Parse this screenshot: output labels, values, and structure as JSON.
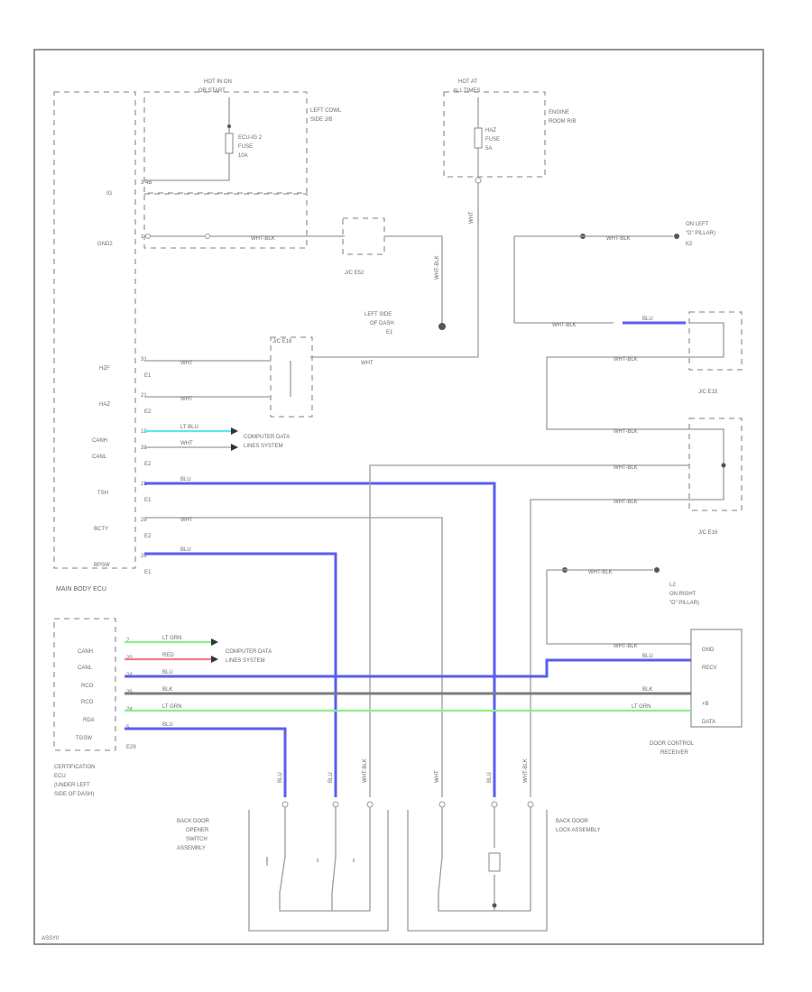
{
  "diagram_id": "ASSY0",
  "fuse_box_1": {
    "hot_label": "HOT IN ON",
    "hot_sub": "OR START",
    "box_label_1": "LEFT COWL",
    "box_label_2": "SIDE J/B",
    "fuse_name_1": "ECU-IG 2",
    "fuse_name_2": "FUSE",
    "fuse_rating": "10A"
  },
  "fuse_box_2": {
    "hot_label": "HOT AT",
    "hot_sub": "ALL TIMES",
    "box_label_1": "ENGINE",
    "box_label_2": "ROOM R/B",
    "fuse_name_1": "HAZ",
    "fuse_name_2": "FUSE",
    "fuse_rating": "5A"
  },
  "main_body_ecu": {
    "label": "MAIN BODY ECU",
    "pins": [
      "IG",
      "GND2",
      "HZF",
      "HAZ",
      "CANH",
      "CANL",
      "TSH",
      "BCTY",
      "BPSW"
    ],
    "pin_numbers": [
      "3 4B",
      "1",
      "31",
      "21",
      "18",
      "31",
      "21",
      "29",
      "26"
    ],
    "connectors": [
      "E1",
      "E2",
      "E2",
      "E1",
      "E2",
      "E1"
    ]
  },
  "jc_e52": {
    "label": "J/C E52"
  },
  "jc_e18": {
    "label": "J/C E18"
  },
  "jc_e15": {
    "label": "J/C E15"
  },
  "jc_e16": {
    "label": "J/C E16"
  },
  "ground_left_dash": {
    "line1": "LEFT SIDE",
    "line2": "OF DASH",
    "code": "E1"
  },
  "ground_left_pillar": {
    "line1": "ON LEFT",
    "line2": "\"D\" PILLAR)",
    "code": "K2"
  },
  "ground_right_pillar": {
    "code": "L2",
    "line1": "ON RIGHT",
    "line2": "\"D\" PILLAR)"
  },
  "computer_data_1": {
    "line1": "COMPUTER DATA",
    "line2": "LINES SYSTEM"
  },
  "computer_data_2": {
    "line1": "COMPUTER DATA",
    "line2": "LINES SYSTEM"
  },
  "certification_ecu": {
    "pins": [
      "CANH",
      "CANL",
      "RCO",
      "RCO",
      "RDA",
      "TGSW"
    ],
    "pin_numbers": [
      "7",
      "20",
      "24",
      "25",
      "24",
      "5"
    ],
    "connector": "E29",
    "label_1": "CERTIFICATION",
    "label_2": "ECU",
    "label_3": "(UNDER LEFT",
    "label_4": "SIDE OF DASH)"
  },
  "door_control_receiver": {
    "pins": [
      "GND",
      "RECV",
      "",
      "+B",
      "DATA"
    ],
    "label_1": "DOOR CONTROL",
    "label_2": "RECEIVER"
  },
  "back_door_opener": {
    "line1": "BACK DOOR",
    "line2": "OPENER",
    "line3": "SWITCH",
    "line4": "ASSEMBLY"
  },
  "back_door_lock": {
    "line1": "BACK DOOR",
    "line2": "LOCK ASSEMBLY"
  },
  "wire_colors": {
    "wht": "WHT",
    "wht_blk": "WHT-BLK",
    "blu": "BLU",
    "lt_blu": "LT BLU",
    "lt_grn": "LT GRN",
    "red": "RED",
    "blk": "BLK"
  },
  "colors": {
    "blue": "#5a5ef0",
    "green": "#8af08a",
    "red": "#f08080",
    "cyan": "#60e8e8",
    "dark": "#7c7c7c"
  }
}
